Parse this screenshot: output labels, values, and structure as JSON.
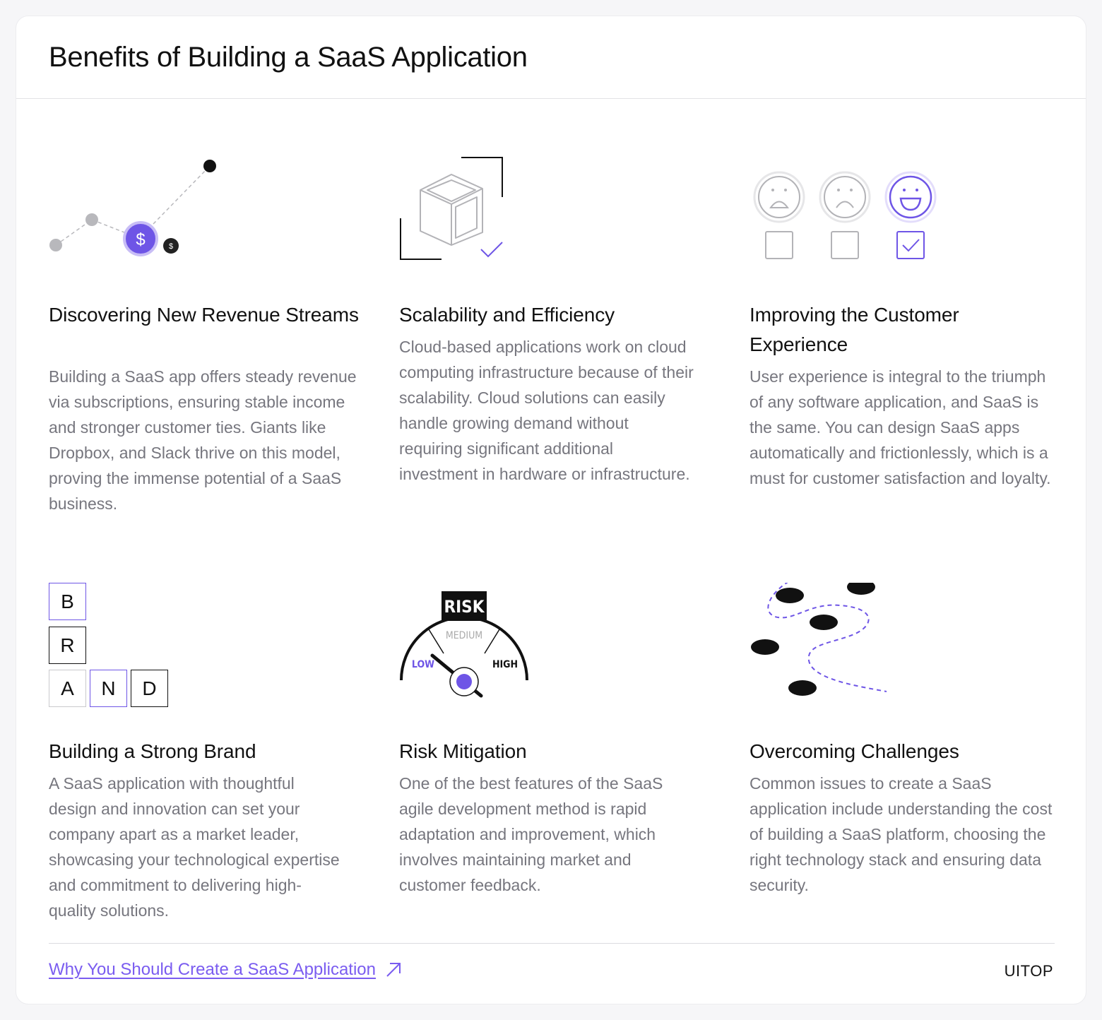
{
  "header": {
    "title": "Benefits of Building a SaaS Application"
  },
  "benefits": [
    {
      "title": "Discovering New Revenue Streams",
      "text": "Building a SaaS app offers steady revenue via subscriptions, ensuring stable income and stronger customer ties. Giants like Dropbox, and Slack thrive on this model, proving the immense potential of a SaaS business."
    },
    {
      "title": "Scalability and Efficiency",
      "text": "Cloud-based applications work on cloud computing infrastructure because of their scalability. Cloud solutions can easily handle growing demand without requiring significant additional investment in hardware or infrastructure."
    },
    {
      "title": "Improving the Customer Experience",
      "text": "User experience is integral to the triumph of any software application, and SaaS is the same. You can design SaaS apps automatically and frictionlessly, which is a must for customer satisfaction and loyalty."
    },
    {
      "title": "Building a Strong Brand",
      "text": "A SaaS application with thoughtful design and innovation can set your company apart as a market leader, showcasing your technological expertise and commitment to delivering high-quality solutions."
    },
    {
      "title": "Risk Mitigation",
      "text": "One of the best features of the SaaS agile development method is rapid adaptation and improvement, which involves maintaining market and customer feedback."
    },
    {
      "title": "Overcoming Challenges",
      "text": "Common issues to create a SaaS application include understanding the cost of building a SaaS platform, choosing the right technology stack and ensuring data security."
    }
  ],
  "illustrations": {
    "revenue_coin_symbol": "$",
    "brand_letters": [
      "B",
      "R",
      "A",
      "N",
      "D"
    ],
    "risk_gauge": {
      "title": "RISK",
      "low": "LOW",
      "medium": "MEDIUM",
      "high": "HIGH"
    }
  },
  "footer": {
    "link_text": "Why You Should Create a SaaS Application",
    "brand": "UITOP"
  },
  "colors": {
    "accent": "#6e55e6",
    "text": "#111111",
    "muted": "#76767e",
    "link": "#7a5cf0"
  }
}
